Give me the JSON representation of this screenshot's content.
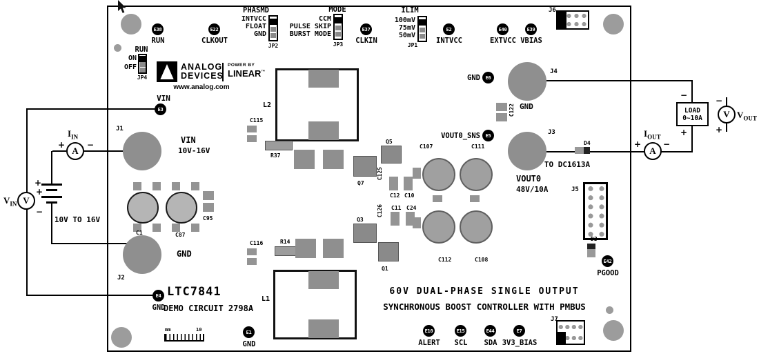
{
  "tp": {
    "e38": {
      "id": "E38",
      "label": "RUN"
    },
    "e22": {
      "id": "E22",
      "label": "CLKOUT"
    },
    "e37": {
      "id": "E37",
      "label": "CLKIN"
    },
    "e2": {
      "id": "E2",
      "label": "INTVCC"
    },
    "e40": {
      "id": "E40",
      "label": "EXTVCC"
    },
    "e39": {
      "id": "E39",
      "label": "VBIAS"
    },
    "e3": {
      "id": "E3",
      "label": "VIN"
    },
    "e4": {
      "id": "E4",
      "label": "GND"
    },
    "e1": {
      "id": "E1",
      "label": "GND"
    },
    "e6": {
      "id": "E6",
      "label": "GND"
    },
    "e5": {
      "id": "E5",
      "label": "VOUT0_SNS"
    },
    "e42": {
      "id": "E42",
      "label": "PGOOD"
    },
    "e10": {
      "id": "E10",
      "label": "ALERT"
    },
    "e15": {
      "id": "E15",
      "label": "SCL"
    },
    "e44": {
      "id": "E44",
      "label": "SDA"
    },
    "e7": {
      "id": "E7",
      "label": "3V3_BIAS"
    }
  },
  "jp": {
    "jp2": {
      "title": "PHASMD",
      "opt1": "INTVCC",
      "opt2": "FLOAT",
      "opt3": "GND",
      "name": "JP2"
    },
    "jp3": {
      "title": "MODE",
      "opt1": "CCM",
      "opt2": "PULSE SKIP",
      "opt3": "BURST MODE",
      "name": "JP3"
    },
    "jp1": {
      "title": "ILIM",
      "opt1": "100mV",
      "opt2": "75mV",
      "opt3": "50mV",
      "name": "JP1"
    },
    "jp4": {
      "title": "RUN",
      "opt1": "ON",
      "opt2": "OFF",
      "name": "JP4"
    }
  },
  "conn": {
    "j1": {
      "name": "J1",
      "line1": "VIN",
      "line2": "10V-16V"
    },
    "j2": {
      "name": "J2",
      "line1": "GND"
    },
    "j3": {
      "name": "J3",
      "line1": "VOUT0",
      "line2": "48V/10A"
    },
    "j4": {
      "name": "J4",
      "line1": "GND"
    },
    "j5": {
      "name": "J5"
    },
    "j6": {
      "name": "J6"
    },
    "j7": {
      "name": "J7"
    }
  },
  "ref": {
    "l1": "L1",
    "l2": "L2",
    "c1": "C1",
    "c87": "C87",
    "c95": "C95",
    "c115": "C115",
    "r37": "R37",
    "c116": "C116",
    "r14": "R14",
    "q1": "Q1",
    "q3": "Q3",
    "q5": "Q5",
    "q7": "Q7",
    "c125": "C125",
    "c126": "C126",
    "c12": "C12",
    "c10": "C10",
    "c11": "C11",
    "c24": "C24",
    "c107": "C107",
    "c111": "C111",
    "c112": "C112",
    "c108": "C108",
    "c122": "C122",
    "d3": "D3",
    "d4": "D4"
  },
  "board": {
    "part": "LTC7841",
    "demo": "DEMO CIRCUIT 2798A",
    "desc1": "60V DUAL-PHASE SINGLE OUTPUT",
    "desc2": "SYNCHRONOUS BOOST CONTROLLER WITH PMBUS",
    "to_dc": "TO DC1613A",
    "website": "www.analog.com"
  },
  "logo": {
    "analog": "ANALOG",
    "devices": "DEVICES",
    "power_by": "POWER BY",
    "linear": "LINEAR",
    "tm": "™"
  },
  "ruler": {
    "mm": "mm",
    "ten": "10"
  },
  "ext": {
    "vin": {
      "letter": "V",
      "base": "V",
      "sub": "IN"
    },
    "iin": {
      "letter": "A",
      "base": "I",
      "sub": "IN"
    },
    "iout": {
      "letter": "A",
      "base": "I",
      "sub": "OUT"
    },
    "vout": {
      "letter": "V",
      "base": "V",
      "sub": "OUT"
    },
    "battery": "10V TO 16V",
    "load1": "LOAD",
    "load2": "0~10A",
    "plus": "+",
    "minus": "−"
  }
}
